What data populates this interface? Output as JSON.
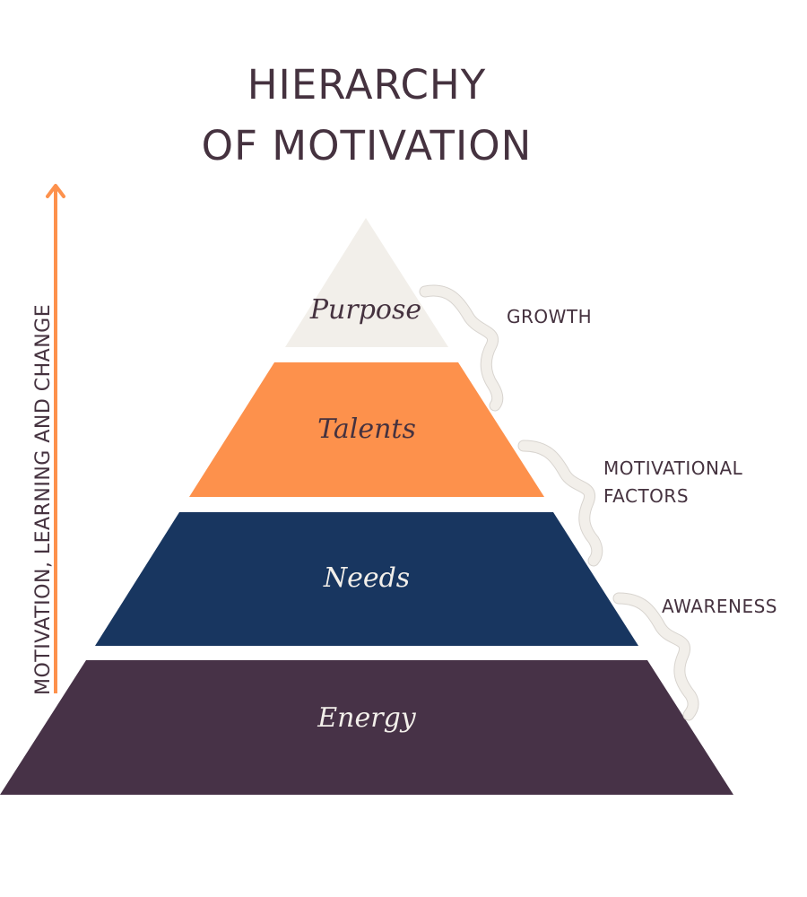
{
  "title": {
    "line1": "HIERARCHY",
    "line2": "OF MOTIVATION"
  },
  "side_axis": {
    "label": "MOTIVATION, LEARNING AND CHANGE",
    "arrow_color": "#fd914c"
  },
  "tiers": [
    {
      "label": "Purpose",
      "fill": "#f2efea",
      "text_color": "#45323f"
    },
    {
      "label": "Talents",
      "fill": "#fd914c",
      "text_color": "#45323f"
    },
    {
      "label": "Needs",
      "fill": "#183660",
      "text_color": "#f2efea"
    },
    {
      "label": "Energy",
      "fill": "#473247",
      "text_color": "#f2efea"
    }
  ],
  "annotations": [
    {
      "line1": "GROWTH"
    },
    {
      "line1": "MOTIVATIONAL",
      "line2": "FACTORS"
    },
    {
      "line1": "AWARENESS"
    }
  ],
  "colors": {
    "text": "#45323f",
    "squiggle": "#f2efea"
  }
}
